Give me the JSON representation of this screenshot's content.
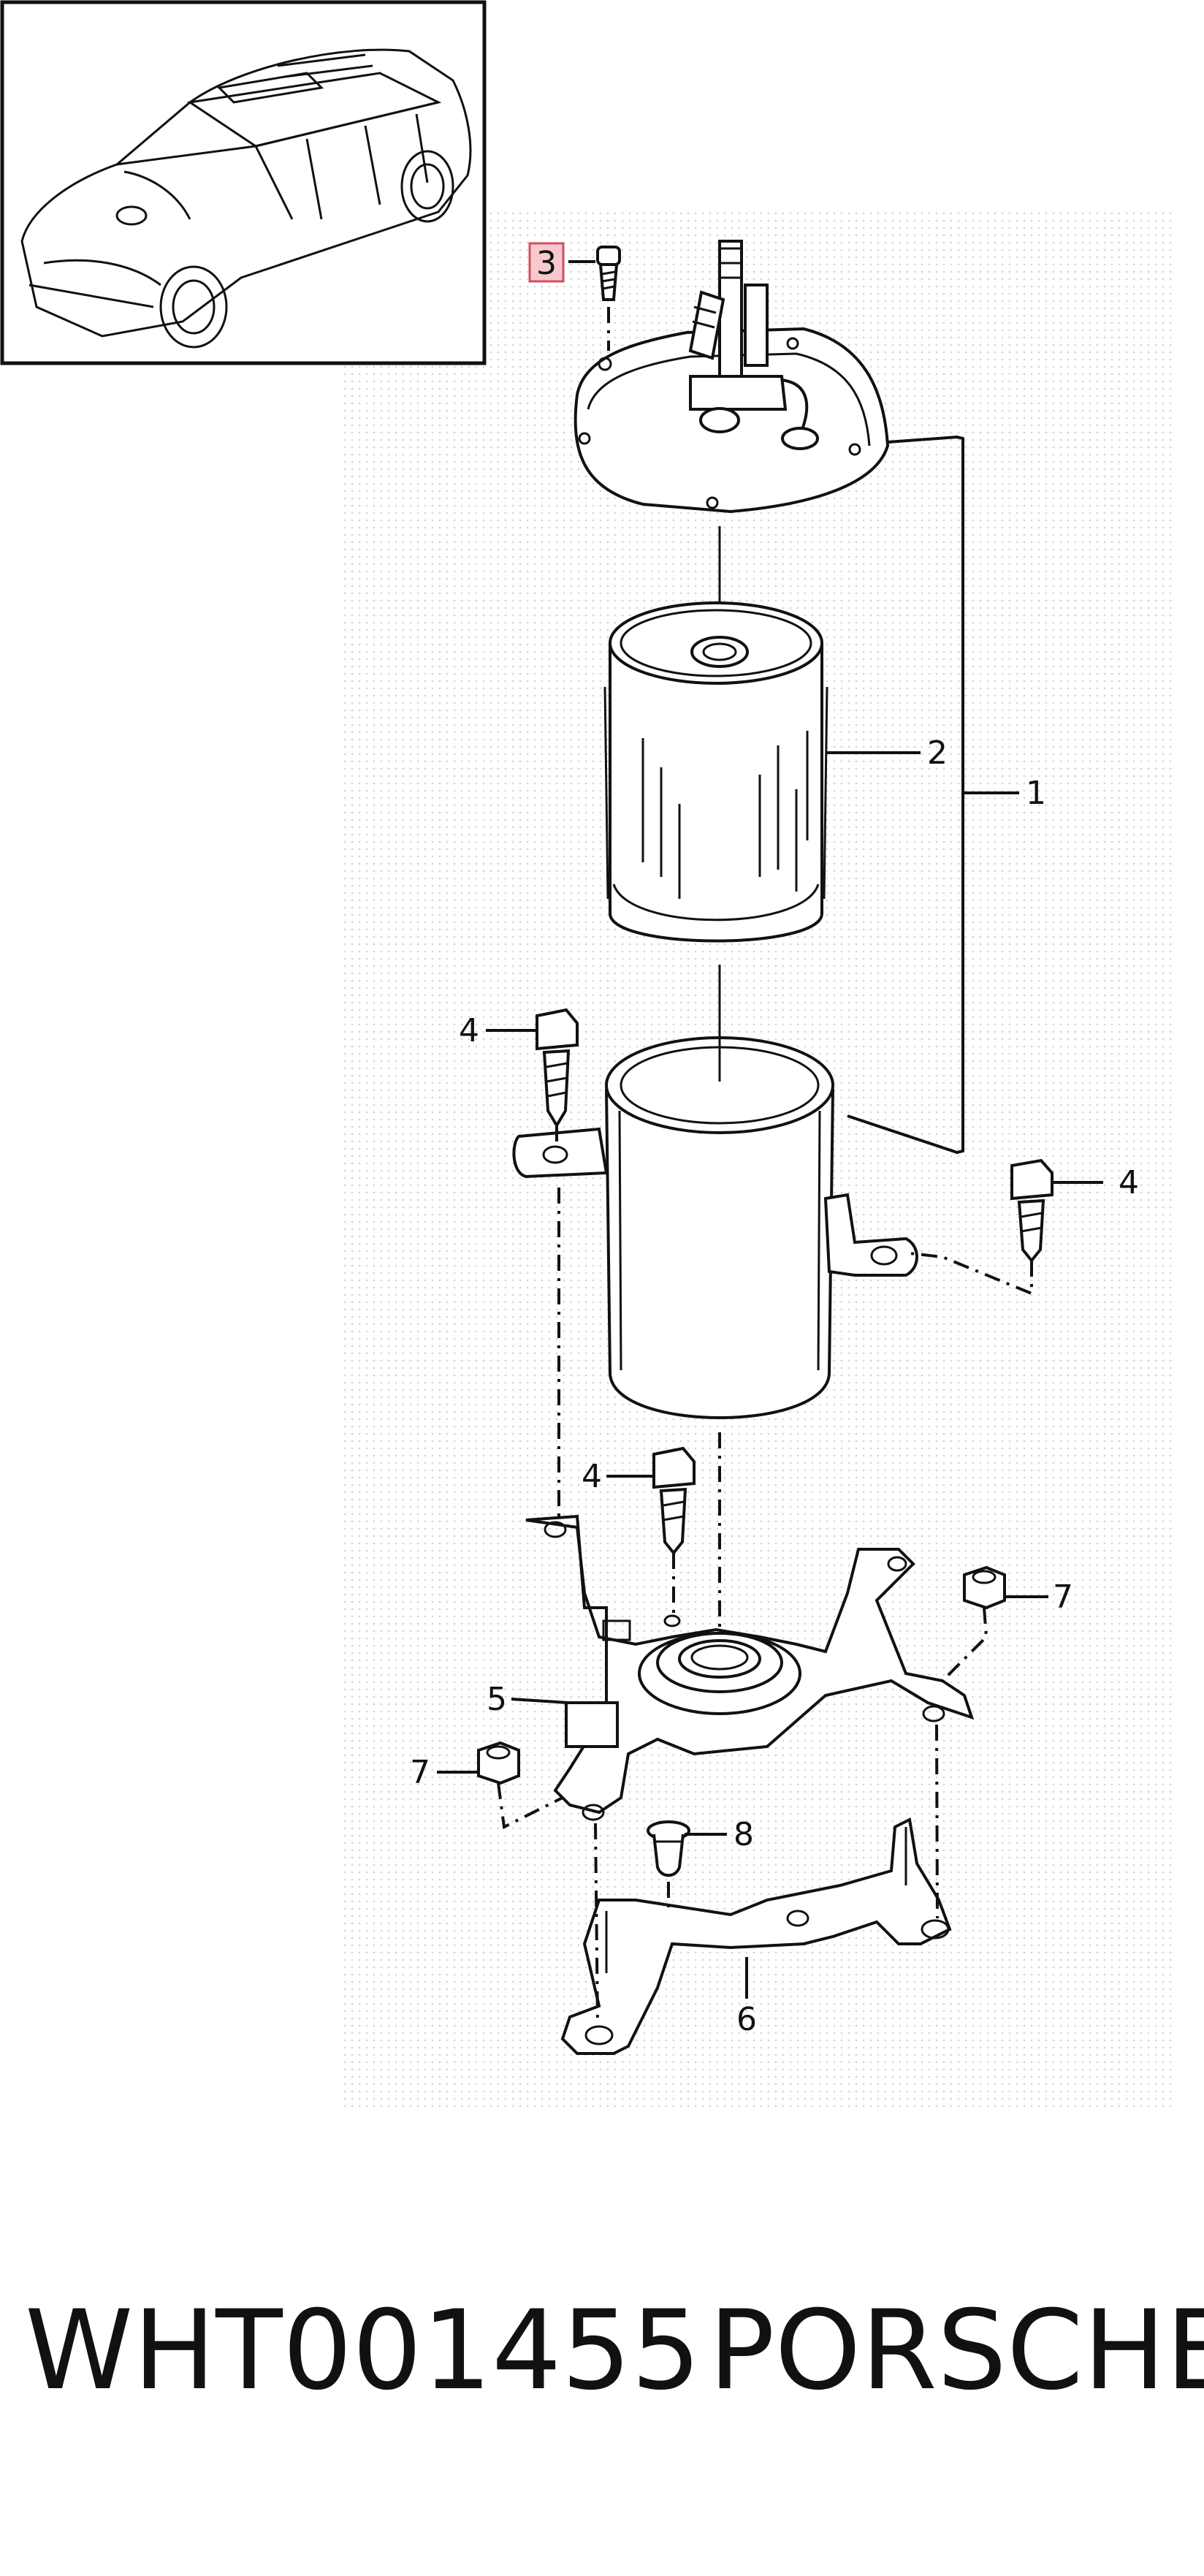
{
  "callouts": [
    {
      "id": "1",
      "label": "1"
    },
    {
      "id": "2",
      "label": "2"
    },
    {
      "id": "3",
      "label": "3",
      "highlighted": true
    },
    {
      "id": "4a",
      "label": "4"
    },
    {
      "id": "4b",
      "label": "4"
    },
    {
      "id": "4c",
      "label": "4"
    },
    {
      "id": "5",
      "label": "5"
    },
    {
      "id": "6",
      "label": "6"
    },
    {
      "id": "7a",
      "label": "7"
    },
    {
      "id": "7b",
      "label": "7"
    },
    {
      "id": "8",
      "label": "8"
    }
  ],
  "footer": {
    "part_number": "WHT001455",
    "brand": "PORSCHE"
  },
  "colors": {
    "line": "#111111",
    "highlight_fill": "#f6c9cf",
    "highlight_border": "#d0505f",
    "paper_dots": "#d8d8d8"
  }
}
